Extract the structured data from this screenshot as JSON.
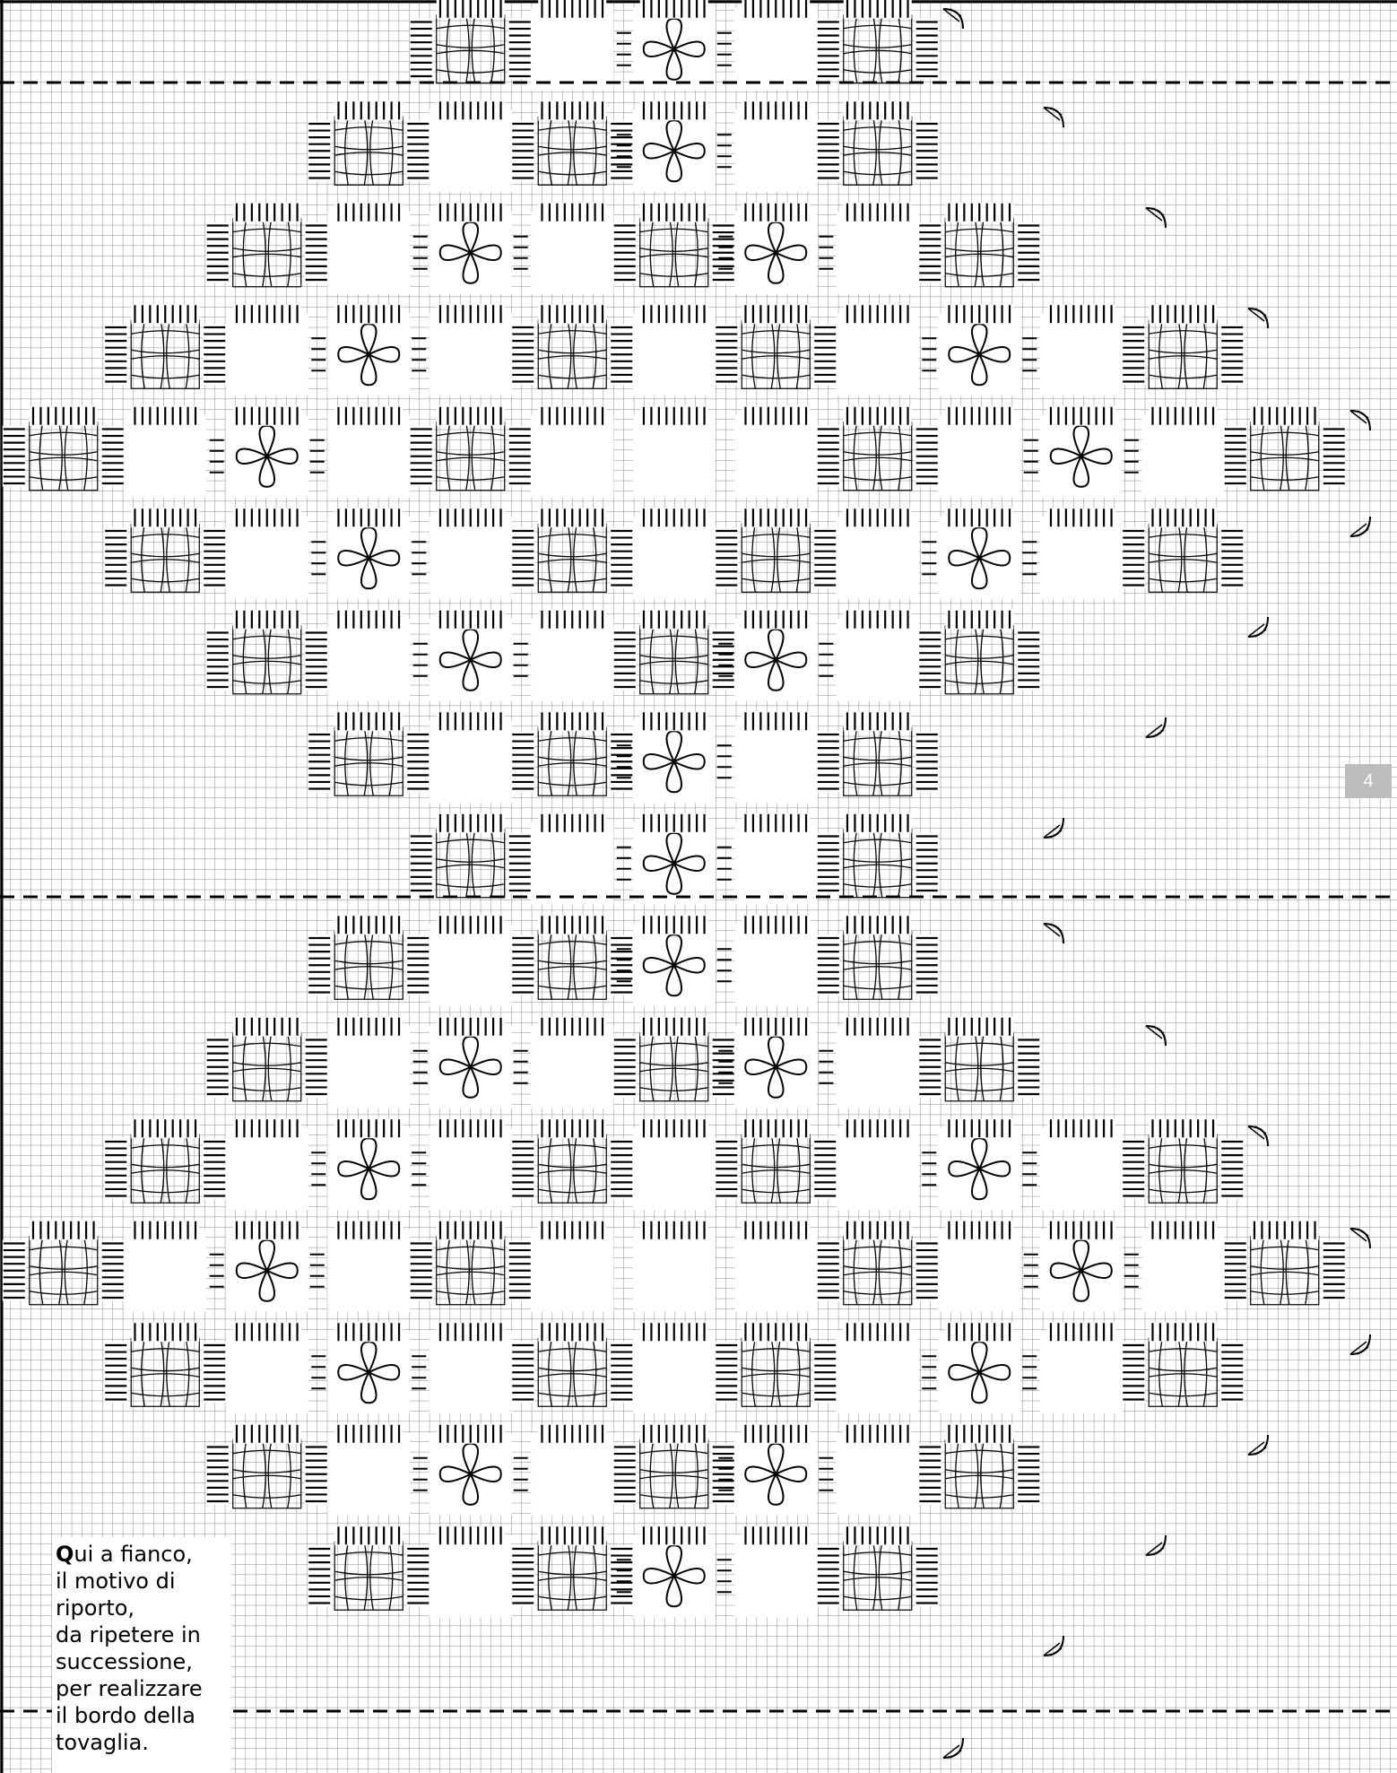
{
  "page_number": "4",
  "caption": {
    "initial": "Q",
    "lines": [
      "ui a fianco,",
      "il motivo di",
      "riporto,",
      "da ripetere in",
      "successione,",
      "per realizzare",
      "il bordo della",
      "tovaglia."
    ]
  },
  "colors": {
    "grid_fine": "#8a8a8a",
    "grid_background": "#ffffff",
    "stitch": "#000000",
    "page_number_bg": "#bdbdbd",
    "page_number_text": "#ffffff"
  },
  "icons": [
    "woven-bars-motif-icon",
    "four-loop-flower-icon",
    "satin-kloster-block-icon",
    "corner-buttonhole-icon"
  ]
}
